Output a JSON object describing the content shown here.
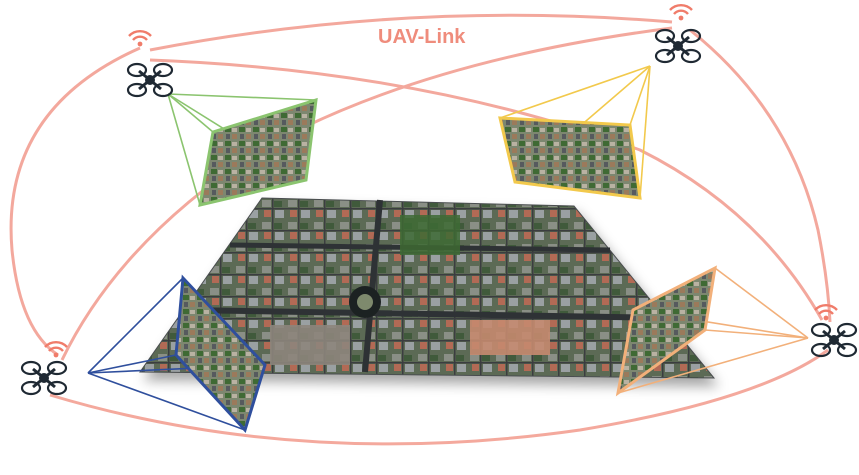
{
  "title": "UAV-Link",
  "colors": {
    "link": "#f29a8c",
    "title": "#ef8c7c",
    "uav_top_left": "#8bc46f",
    "uav_top_right": "#f2c94c",
    "uav_bottom_left": "#2f4f9d",
    "uav_bottom_right": "#f2b07a",
    "drone_body": "#1f2933"
  },
  "uavs": [
    {
      "name": "uav-top-left",
      "icon": "drone-icon",
      "signal_icon": "wifi-icon",
      "view_color": "uav_top_left"
    },
    {
      "name": "uav-top-right",
      "icon": "drone-icon",
      "signal_icon": "wifi-icon",
      "view_color": "uav_top_right"
    },
    {
      "name": "uav-bottom-left",
      "icon": "drone-icon",
      "signal_icon": "wifi-icon",
      "view_color": "uav_bottom_left"
    },
    {
      "name": "uav-bottom-right",
      "icon": "drone-icon",
      "signal_icon": "wifi-icon",
      "view_color": "uav_bottom_right"
    }
  ],
  "scene": {
    "name": "city-aerial-map",
    "icon": "city-map-image"
  }
}
